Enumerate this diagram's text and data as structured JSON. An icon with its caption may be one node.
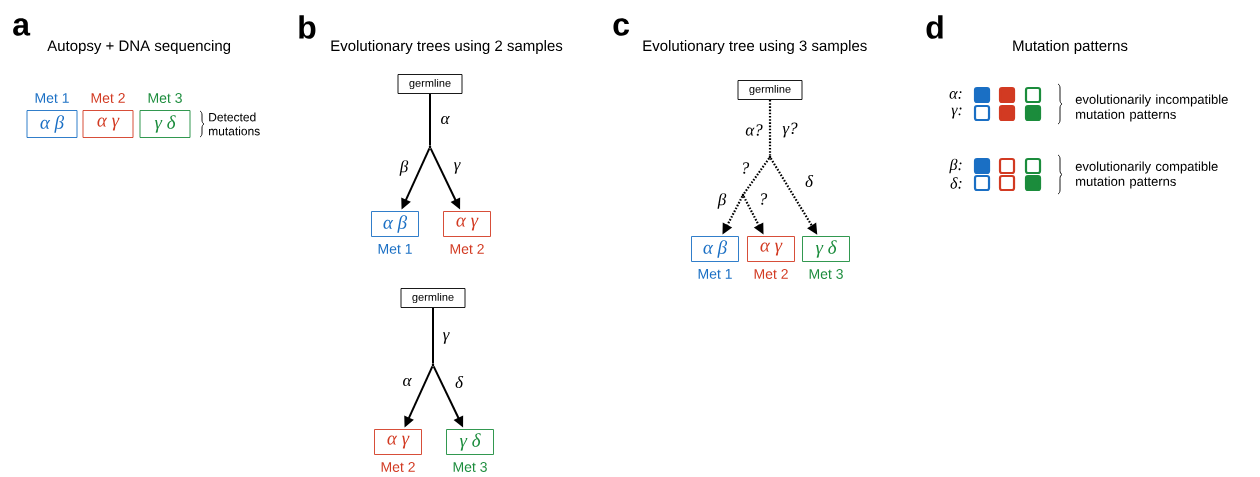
{
  "diagram": {
    "nodes": [
      {
        "text": [
          "α β"
        ],
        "beside": [
          "Met 1"
        ]
      },
      {
        "text": [
          "α γ"
        ],
        "beside": [
          "Met 2"
        ]
      },
      {
        "text": [
          "γ δ"
        ],
        "beside": [
          "Met 3"
        ]
      },
      {
        "text": [
          "germline"
        ]
      },
      {
        "text": [],
        "shape": "point"
      },
      {
        "text": [
          "α β"
        ],
        "beside": [
          "Met 1"
        ]
      },
      {
        "text": [
          "α γ"
        ],
        "beside": [
          "Met 2"
        ]
      },
      {
        "text": [
          "germline"
        ]
      },
      {
        "text": [],
        "shape": "point"
      },
      {
        "text": [
          "α γ"
        ],
        "beside": [
          "Met 2"
        ]
      },
      {
        "text": [
          "γ δ"
        ],
        "beside": [
          "Met 3"
        ]
      },
      {
        "text": [
          "germline"
        ]
      },
      {
        "text": [],
        "shape": "point"
      },
      {
        "text": [],
        "shape": "point"
      },
      {
        "text": [
          "α β"
        ],
        "beside": [
          "Met 1"
        ]
      },
      {
        "text": [
          "α γ"
        ],
        "beside": [
          "Met 2"
        ]
      },
      {
        "text": [
          "γ δ"
        ],
        "beside": [
          "Met 3"
        ]
      }
    ],
    "edges": [
      {
        "from": 3,
        "to": 4,
        "arrow": "none",
        "label": "α"
      },
      {
        "from": 4,
        "to": 5,
        "arrow": "to",
        "label": "β"
      },
      {
        "from": 4,
        "to": 6,
        "arrow": "to",
        "label": "γ"
      },
      {
        "from": 7,
        "to": 8,
        "arrow": "none",
        "label": "γ"
      },
      {
        "from": 8,
        "to": 9,
        "arrow": "to",
        "label": "α"
      },
      {
        "from": 8,
        "to": 10,
        "arrow": "to",
        "label": "δ"
      },
      {
        "from": 11,
        "to": 12,
        "arrow": "none",
        "label": "α?",
        "style": "dashed"
      },
      {
        "from": 12,
        "to": 13,
        "arrow": "none",
        "label": "?",
        "style": "dashed"
      },
      {
        "from": 13,
        "to": 14,
        "arrow": "to",
        "label": "β",
        "style": "dashed"
      },
      {
        "from": 13,
        "to": 15,
        "arrow": "to",
        "label": "?",
        "style": "dashed"
      },
      {
        "from": 12,
        "to": 16,
        "arrow": "to",
        "label": "δ",
        "style": "dashed"
      }
    ],
    "labels": [
      "a",
      "Autopsy + DNA sequencing",
      "Detected mutations",
      "b",
      "Evolutionary trees using 2 samples",
      "c",
      "Evolutionary tree using 3 samples",
      "γ?",
      "d",
      "Mutation patterns",
      "α:",
      "evolutionarily incompatible mutation patterns",
      "γ:",
      "β:",
      "evolutionarily compatible mutation patterns",
      "δ:"
    ]
  }
}
